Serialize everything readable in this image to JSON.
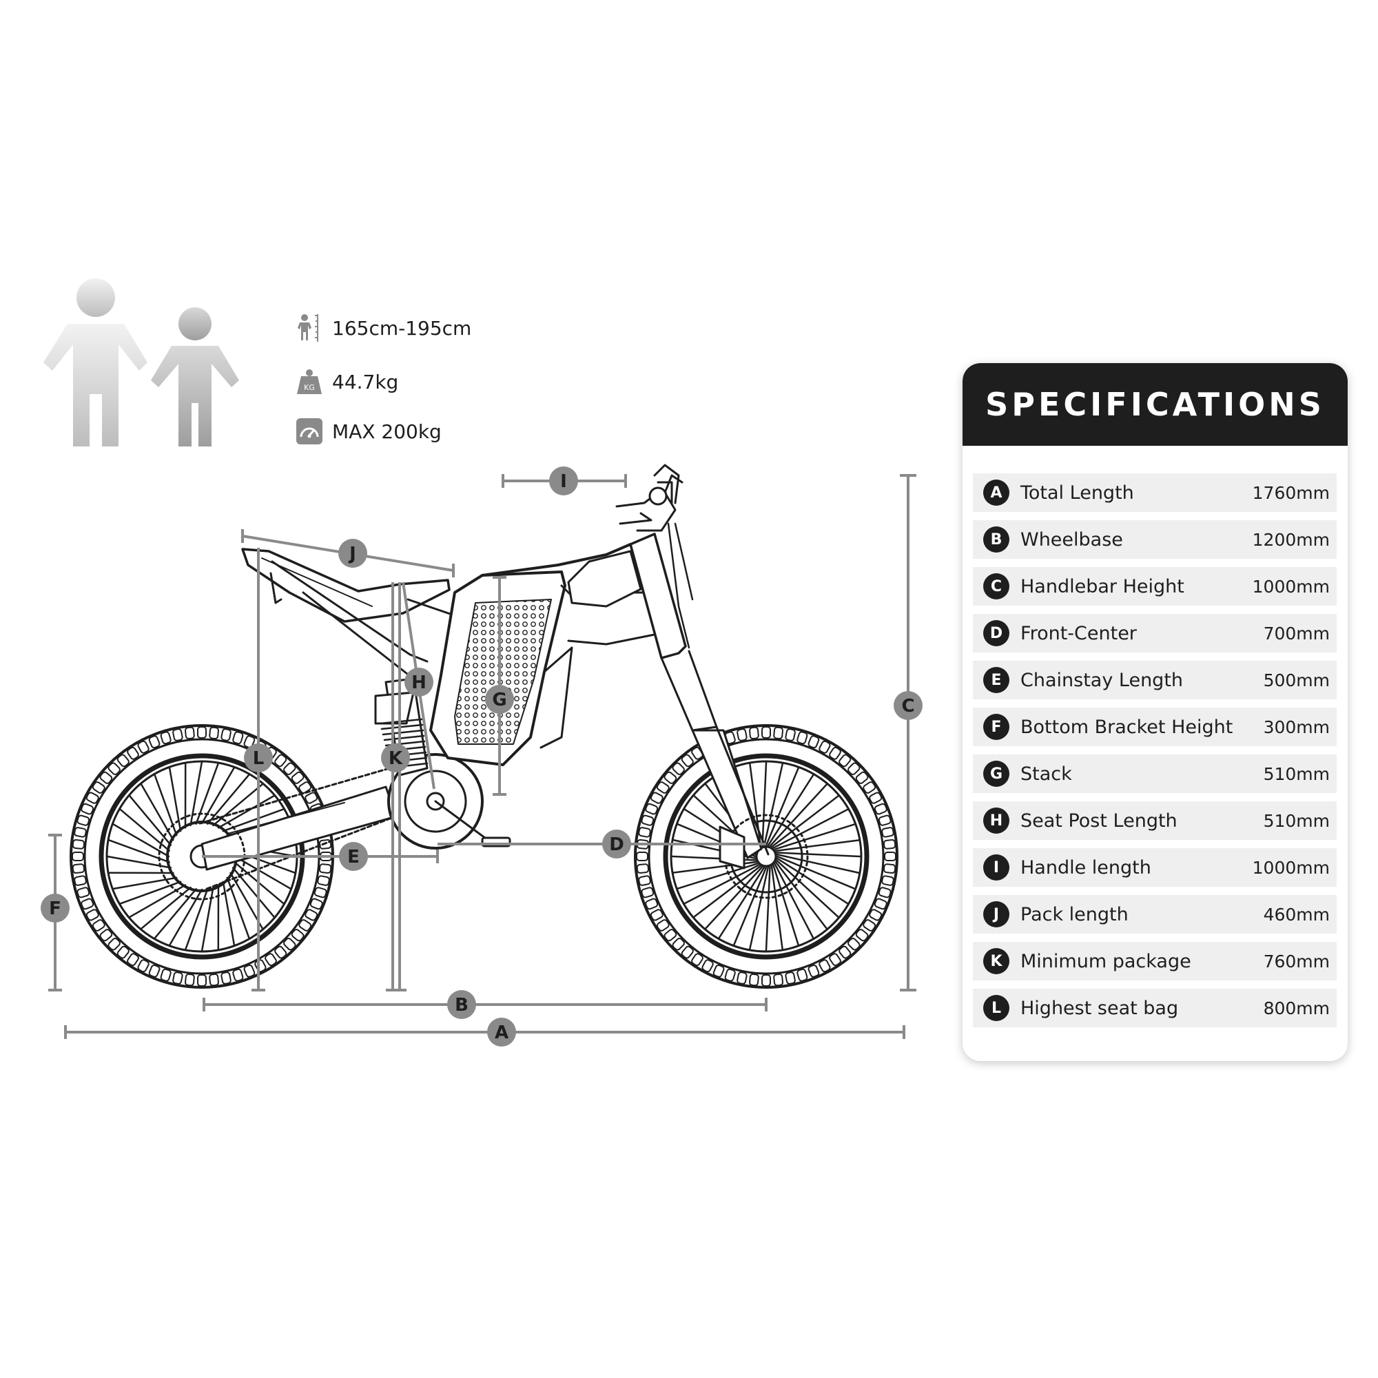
{
  "rider_stats": {
    "height_range": "165cm-195cm",
    "weight": "44.7kg",
    "weight_icon_text": "KG",
    "max_load": "MAX 200kg"
  },
  "specifications": {
    "title": "SPECIFICATIONS",
    "rows": [
      {
        "key": "A",
        "name": "Total Length",
        "value": "1760mm"
      },
      {
        "key": "B",
        "name": "Wheelbase",
        "value": "1200mm"
      },
      {
        "key": "C",
        "name": "Handlebar Height",
        "value": "1000mm"
      },
      {
        "key": "D",
        "name": "Front-Center",
        "value": "700mm"
      },
      {
        "key": "E",
        "name": "Chainstay Length",
        "value": "500mm"
      },
      {
        "key": "F",
        "name": "Bottom Bracket Height",
        "value": "300mm"
      },
      {
        "key": "G",
        "name": "Stack",
        "value": "510mm"
      },
      {
        "key": "H",
        "name": "Seat Post Length",
        "value": "510mm"
      },
      {
        "key": "I",
        "name": "Handle length",
        "value": "1000mm"
      },
      {
        "key": "J",
        "name": "Pack length",
        "value": "460mm"
      },
      {
        "key": "K",
        "name": "Minimum package",
        "value": "760mm"
      },
      {
        "key": "L",
        "name": "Highest seat bag",
        "value": "800mm"
      }
    ]
  },
  "colors": {
    "card_header": "#1e1e1e",
    "row_background": "#efefef",
    "dimension_marker": "#8a8a8a",
    "drawing_stroke": "#1e1e1e"
  }
}
